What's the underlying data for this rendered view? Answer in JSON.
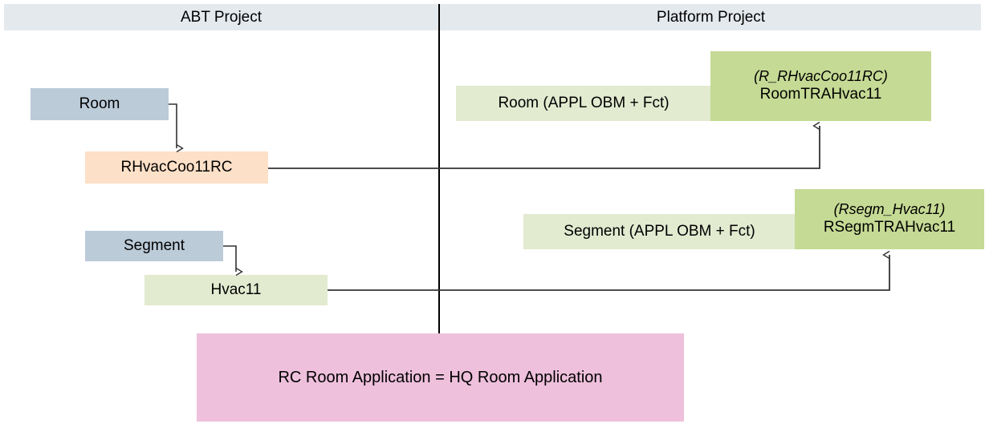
{
  "header": {
    "left_column": "ABT Project",
    "right_column": "Platform Project"
  },
  "colors": {
    "header_band": "#e4e9ee",
    "blue_grey": "#bccbd8",
    "peach": "#fde0c8",
    "light_green": "#e2ead0",
    "mid_green": "#c5da94",
    "pink": "#eec0dc",
    "line": "#333333"
  },
  "abt_project": {
    "nodes": [
      {
        "id": "room",
        "label": "Room",
        "fill": "blue_grey"
      },
      {
        "id": "rhvac",
        "label": "RHvacCoo11RC",
        "fill": "peach"
      },
      {
        "id": "segment",
        "label": "Segment",
        "fill": "blue_grey"
      },
      {
        "id": "hvac11",
        "label": "Hvac11",
        "fill": "light_green"
      }
    ]
  },
  "platform_project": {
    "nodes": [
      {
        "id": "room_appl",
        "label": "Room (APPL OBM + Fct)",
        "fill": "light_green"
      },
      {
        "id": "room_tra",
        "sub_label": "(R_RHvacCoo11RC)",
        "label": "RoomTRAHvac11",
        "fill": "mid_green"
      },
      {
        "id": "seg_appl",
        "label": "Segment (APPL OBM + Fct)",
        "fill": "light_green"
      },
      {
        "id": "rsegm_tra",
        "sub_label": "(Rsegm_Hvac11)",
        "label": "RSegmTRAHvac11",
        "fill": "mid_green"
      }
    ]
  },
  "footer_note": {
    "label": "RC Room Application = HQ Room Application",
    "fill": "pink"
  },
  "connectors": [
    {
      "id": "room-to-rhvac",
      "from": "room",
      "to": "rhvac",
      "arrow": true
    },
    {
      "id": "segment-to-hvac11",
      "from": "segment",
      "to": "hvac11",
      "arrow": true
    },
    {
      "id": "rhvac-to-roomtra",
      "from": "rhvac",
      "to": "room_tra",
      "arrow": true
    },
    {
      "id": "hvac11-to-rsegmtra",
      "from": "hvac11",
      "to": "rsegm_tra",
      "arrow": true
    }
  ]
}
